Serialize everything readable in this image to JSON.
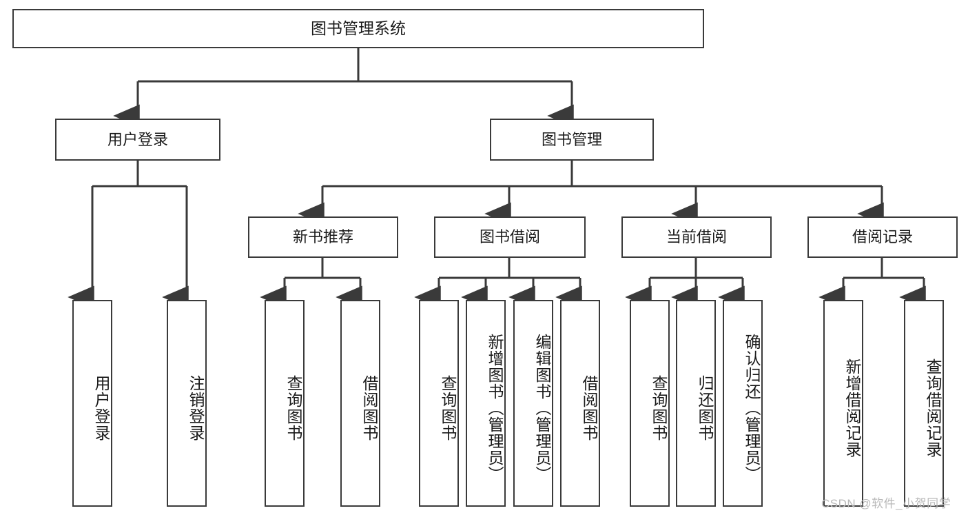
{
  "diagram": {
    "title": "图书管理系统",
    "type": "hierarchy-tree",
    "root": {
      "label": "图书管理系统"
    },
    "level1": [
      {
        "label": "用户登录"
      },
      {
        "label": "图书管理"
      }
    ],
    "level2": [
      {
        "label": "新书推荐"
      },
      {
        "label": "图书借阅"
      },
      {
        "label": "当前借阅"
      },
      {
        "label": "借阅记录"
      }
    ],
    "leaves": {
      "user_login": [
        {
          "label": "用户登录"
        },
        {
          "label": "注销登录"
        }
      ],
      "new_book_recommend": [
        {
          "label": "查询图书"
        },
        {
          "label": "借阅图书"
        }
      ],
      "book_borrow": [
        {
          "label": "查询图书"
        },
        {
          "label": "新增图书（管理员）"
        },
        {
          "label": "编辑图书（管理员）"
        },
        {
          "label": "借阅图书"
        }
      ],
      "current_borrow": [
        {
          "label": "查询图书"
        },
        {
          "label": "归还图书"
        },
        {
          "label": "确认归还（管理员）"
        }
      ],
      "borrow_record": [
        {
          "label": "新增借阅记录"
        },
        {
          "label": "查询借阅记录"
        }
      ]
    }
  },
  "watermark": {
    "text": "CSDN @软件_小贺同学"
  },
  "colors": {
    "stroke": "#3a3a3a",
    "background": "#ffffff",
    "text": "#1a1a1a",
    "watermark": "#b9b9b9"
  }
}
